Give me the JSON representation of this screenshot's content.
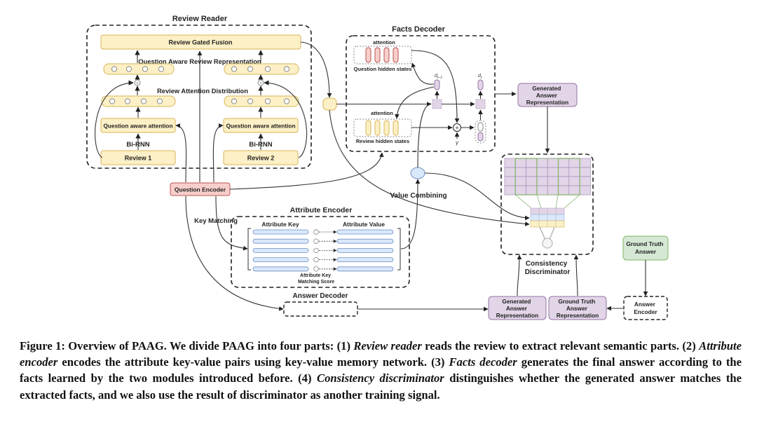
{
  "diagram": {
    "review_reader": {
      "title": "Review Reader",
      "gated_fusion": "Review Gated Fusion",
      "representation_label": "Question Aware Review Representation",
      "attention_dist_label": "Review Attention Distribution",
      "qa_attention": "Question aware attention",
      "birnn": "Bi-RNN",
      "review1": "Review 1",
      "review2": "Review 2"
    },
    "facts_decoder": {
      "title": "Facts Decoder",
      "attention_top": "attention",
      "question_hidden": "Question hidden states",
      "attention_bottom": "attention",
      "review_hidden": "Review hidden states",
      "d_prev": "d",
      "d_prev_sub": "t−1",
      "d_t": "d",
      "d_t_sub": "t",
      "gamma": "γ",
      "plus": "+"
    },
    "question_encoder": "Question Encoder",
    "key_matching": "Key Matching",
    "value_combining": "Value Combining",
    "attribute_encoder": {
      "title": "Attribute Encoder",
      "key_header": "Attribute Key",
      "value_header": "Attribute Value",
      "score_line1": "Attribute Key",
      "score_line2": "Matching Score",
      "rows": 5
    },
    "answer_decoder": "Answer Decoder",
    "generated_answer_top": [
      "Generated",
      "Answer",
      "Representation"
    ],
    "consistency_discriminator": [
      "Consistency",
      "Discriminator"
    ],
    "generated_answer_bottom": [
      "Generated",
      "Answer",
      "Representation"
    ],
    "ground_truth_repr": [
      "Ground Truth",
      "Answer",
      "Representation"
    ],
    "ground_truth_answer": [
      "Ground Truth",
      "Answer"
    ],
    "answer_encoder": [
      "Answer",
      "Encoder"
    ],
    "colors": {
      "yellow_fill": "#fdf0c6",
      "yellow_stroke": "#d6b656",
      "red_fill": "#f8cecc",
      "red_stroke": "#b85450",
      "purple_fill": "#e1d5e7",
      "purple_stroke": "#9673a6",
      "blue_fill": "#dae8fc",
      "blue_stroke": "#6c8ebf",
      "green_fill": "#d5e8d4",
      "green_stroke": "#82b366"
    }
  },
  "caption": {
    "prefix": "Figure 1: Overview of PAAG. We divide PAAG into four parts: (1) ",
    "t1": "Review reader",
    "s1": " reads the review to extract relevant semantic parts. (2) ",
    "t2": "Attribute encoder",
    "s2": " encodes the attribute key-value pairs using key-value memory network. (3) ",
    "t3": "Facts decoder",
    "s3": " generates the final answer according to the facts learned by the two modules introduced before. (4) ",
    "t4": "Consistency discriminator",
    "s4": " distinguishes whether the generated answer matches the extracted facts, and we also use the result of discriminator as another training signal."
  }
}
